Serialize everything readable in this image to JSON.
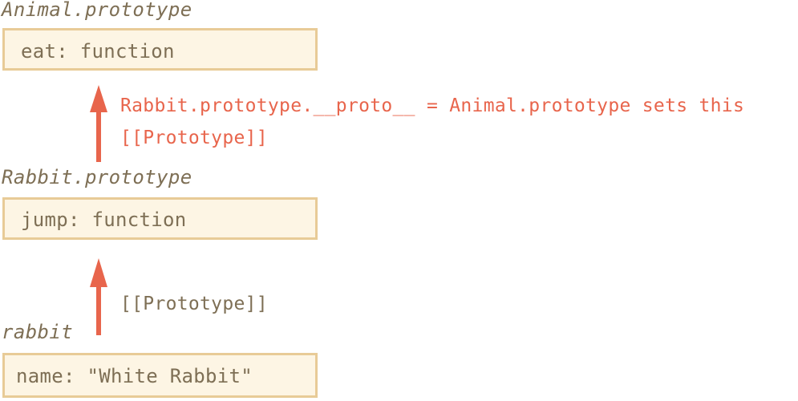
{
  "colors": {
    "label_text": "#7e6f55",
    "box_fill": "#fdf5e4",
    "box_border": "#e8cb97",
    "accent": "#e8654c"
  },
  "objects": [
    {
      "label": "Animal.prototype",
      "content": "eat: function"
    },
    {
      "label": "Rabbit.prototype",
      "content": "jump: function"
    },
    {
      "label": "rabbit",
      "content": "name: \"White Rabbit\""
    }
  ],
  "arrows": [
    {
      "from": "Rabbit.prototype",
      "to": "Animal.prototype",
      "annotation_line1": "Rabbit.prototype.__proto__ = Animal.prototype sets this",
      "annotation_line2": "[[Prototype]]"
    },
    {
      "from": "rabbit",
      "to": "Rabbit.prototype",
      "annotation": "[[Prototype]]"
    }
  ]
}
